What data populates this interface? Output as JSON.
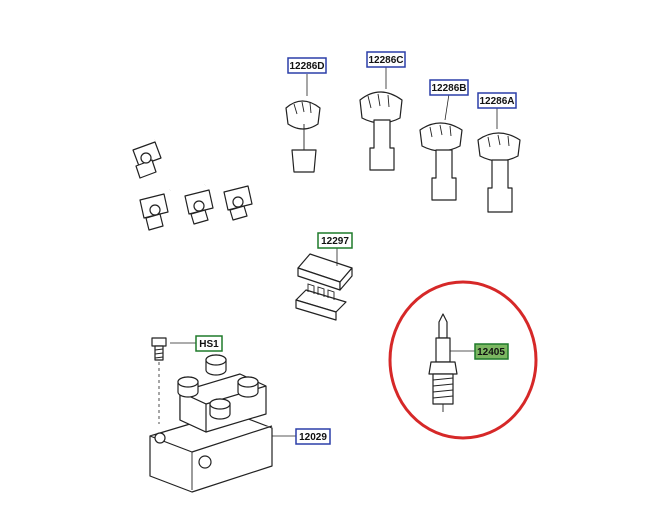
{
  "callouts": {
    "c12286D": {
      "label": "12286D",
      "border": "#2b3fa8",
      "fill": "#ffffff"
    },
    "c12286C": {
      "label": "12286C",
      "border": "#2b3fa8",
      "fill": "#ffffff"
    },
    "c12286B": {
      "label": "12286B",
      "border": "#2b3fa8",
      "fill": "#ffffff"
    },
    "c12286A": {
      "label": "12286A",
      "border": "#2b3fa8",
      "fill": "#ffffff"
    },
    "c12297": {
      "label": "12297",
      "border": "#1f7a2a",
      "fill": "#ffffff"
    },
    "cHS1": {
      "label": "HS1",
      "border": "#1f7a2a",
      "fill": "#ffffff"
    },
    "c12405": {
      "label": "12405",
      "border": "#1f7a2a",
      "fill": "#7bb661"
    },
    "c12029": {
      "label": "12029",
      "border": "#2b3fa8",
      "fill": "#ffffff"
    }
  },
  "highlight": {
    "color": "#d62828"
  }
}
